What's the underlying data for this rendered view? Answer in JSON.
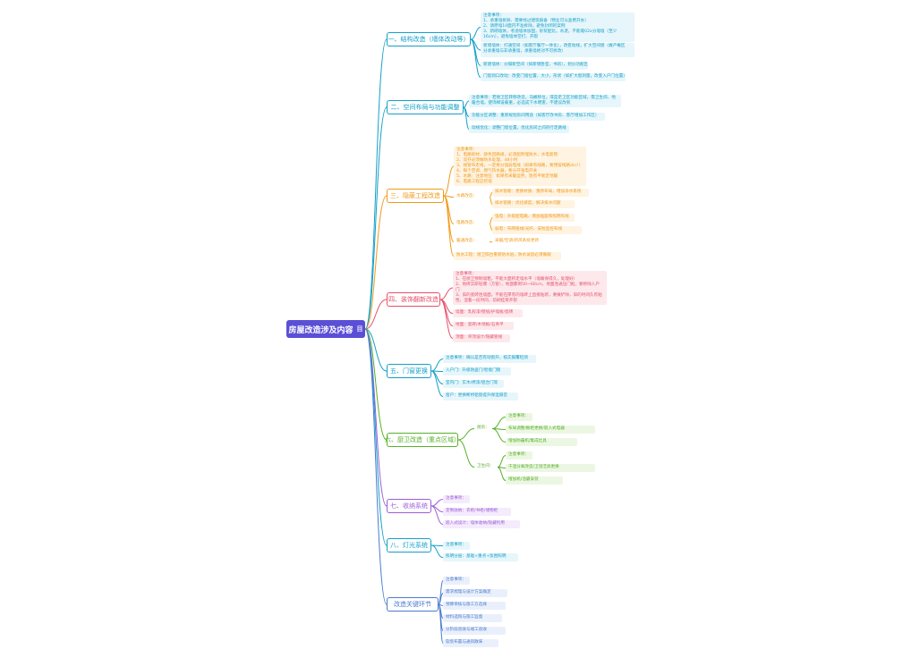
{
  "root": {
    "label": "房屋改造涉及内容",
    "collapse_icon": "目"
  },
  "branches": [
    {
      "id": "b1",
      "label": "一、结构改造（墙体改动等）",
      "color": "#14a0c8",
      "bg": "#e6f6fb",
      "children": [
        {
          "text": "注意事项：\n1、承重墙拆除、需要经过建筑报备（物业可以查费开办）\n2、请原墙10面内不准拆除，避免封闭的案例\n3、新砌墙体，考虑墙体加固，砂浆配比，水泥，不能靠02x分墙墙（至少\n16cm），避免墙体空打、开裂",
          "note": true
        },
        {
          "text": "新增墙体：打通空间（如客厅餐厅一体化），改变动线，扩大空间感（做产権区\n分承重墙与非承重墙，承重墙绝对不可拆改）",
          "note": true
        },
        {
          "text": "新建墙体：分隔新空间（如新增卧室、书房），划分功能区"
        },
        {
          "text": "门窗洞口改动：改变门窗位置、大小，形状（如扩大窗洞量，改变入户门位置）"
        }
      ]
    },
    {
      "id": "b2",
      "label": "二、空间布局与功能调整",
      "color": "#14a0c8",
      "bg": "#e6f6fb",
      "children": [
        {
          "text": "注意事项：若厨卫区转移改造，马桶移位，或是走卫区功能区域，需卫生间、地\n暖合墙，使饰梯设载重，必选成下水堵害，不建议改到",
          "note": true
        },
        {
          "text": "功能分区调整：重新规划房间用途（如客厅改书房、客厅增加工作区）"
        },
        {
          "text": "动线优化：调整门窗位置，优化房间之间的行走路线"
        }
      ]
    },
    {
      "id": "b3",
      "label": "三、隐蔽工程改造",
      "color": "#f09a1a",
      "bg": "#fff3e1",
      "children": [
        {
          "text": "注意事项：\n1、电路耗材、颜色回路规，必须配跨埋防水，水电套管\n2、双开必须做防水处理、48小时\n3、线管布走线，一定要分强弱电线（如果有线路，要预留线路dcc!）\n4、每个空调、燃气热水器，要分开强电开关\n5、水路：注意地压：如果有采暖运势，放有平衡定地暖\n6、电路工程应挖墙",
          "note": true
        },
        {
          "text": "水路改造：",
          "plain": true,
          "children": [
            {
              "text": "排水管路：更换材质、重新布局，增加净水系统"
            },
            {
              "text": "排水管路：优化坡度，解决排水问题"
            }
          ]
        },
        {
          "text": "电路改造：",
          "plain": true,
          "children": [
            {
              "text": "强电：升级配电箱、增加插座和照明布线"
            },
            {
              "text": "弱电：布网络线/光纤、安防监控布线"
            }
          ]
        },
        {
          "text": "暖通改造：",
          "plain": true,
          "children": [
            {
              "text": "采暖/空调/新风系统更新",
              "plain": true
            }
          ]
        },
        {
          "text": "防水工程：厨卫阳台重新防水层，防水试验必须做跟"
        }
      ]
    },
    {
      "id": "b4",
      "label": "四、装饰翻新改造",
      "color": "#e6506a",
      "bg": "#fde9ec",
      "children": [
        {
          "text": "注意事项：\n1、在厨卫预制墙粗，不能大面积走墙水平（墙确保得久，处理好）\n2、地砖实研轻爆（方管），地面都到50~60cm，地面连通压门框，要移除入户\n门\n3、旧的瓷砖连墙面，不能在厚有的墙砖上直接贴新，要做铲除，旧的时间久有粘\n性，湿着一段时间，前刷挂受开裂",
          "note": true
        },
        {
          "text": "墙面：乳胶漆/壁纸/护墙板/瓷砖"
        },
        {
          "text": "地面：瓷砖/木地板/石英平"
        },
        {
          "text": "顶面：吊顶设计/隐藏管线"
        }
      ]
    },
    {
      "id": "b5",
      "label": "五、门窗更换",
      "color": "#14a0c8",
      "bg": "#e6f6fb",
      "children": [
        {
          "text": "注意事项：确认是否有动窗开，核实报覆检测"
        },
        {
          "text": "入户门：升级防盗门/智能门锁"
        },
        {
          "text": "室内门：实木/烤漆/铝合门等"
        },
        {
          "text": "窗户：更换断桥铝窗提升保温隔音"
        }
      ]
    },
    {
      "id": "b6",
      "label": "六、厨卫改造（重点区域）",
      "color": "#58b028",
      "bg": "#ecf7e3",
      "children": [
        {
          "text": "厨房：",
          "plain": true,
          "children": [
            {
              "text": "注意事项："
            },
            {
              "text": "布局调整/橱柜更换/嵌入式电器"
            },
            {
              "text": "增加防霾机/集成灶具"
            }
          ]
        },
        {
          "text": "卫生间：",
          "plain": true,
          "children": [
            {
              "text": "注意事项："
            },
            {
              "text": "干湿分离改造/卫浴洁具更换"
            },
            {
              "text": "增加机/浴霸安装"
            }
          ]
        }
      ]
    },
    {
      "id": "b7",
      "label": "七、收纳系统",
      "color": "#9c5cd8",
      "bg": "#f4ebfc",
      "children": [
        {
          "text": "注意事项："
        },
        {
          "text": "定制收纳：衣柜/书柜/储物柜"
        },
        {
          "text": "嵌入式设计：墙体收纳/隐藏利用"
        }
      ]
    },
    {
      "id": "b8",
      "label": "八、灯光系统",
      "color": "#14a0c8",
      "bg": "#e6f6fb",
      "children": [
        {
          "text": "注意事项："
        },
        {
          "text": "照明分层：基础+重点+氛围照明"
        }
      ]
    },
    {
      "id": "b9",
      "label": "改造关键环节",
      "color": "#4a7bd0",
      "bg": "#eaf0fb",
      "children": [
        {
          "text": "注意事项："
        },
        {
          "text": "需求梳理与设计方案确定"
        },
        {
          "text": "预算审核与施工方选择"
        },
        {
          "text": "材料选购与施工监督"
        },
        {
          "text": "分阶段验收与竣工验收"
        },
        {
          "text": "软装布置与通风散味"
        }
      ]
    }
  ]
}
